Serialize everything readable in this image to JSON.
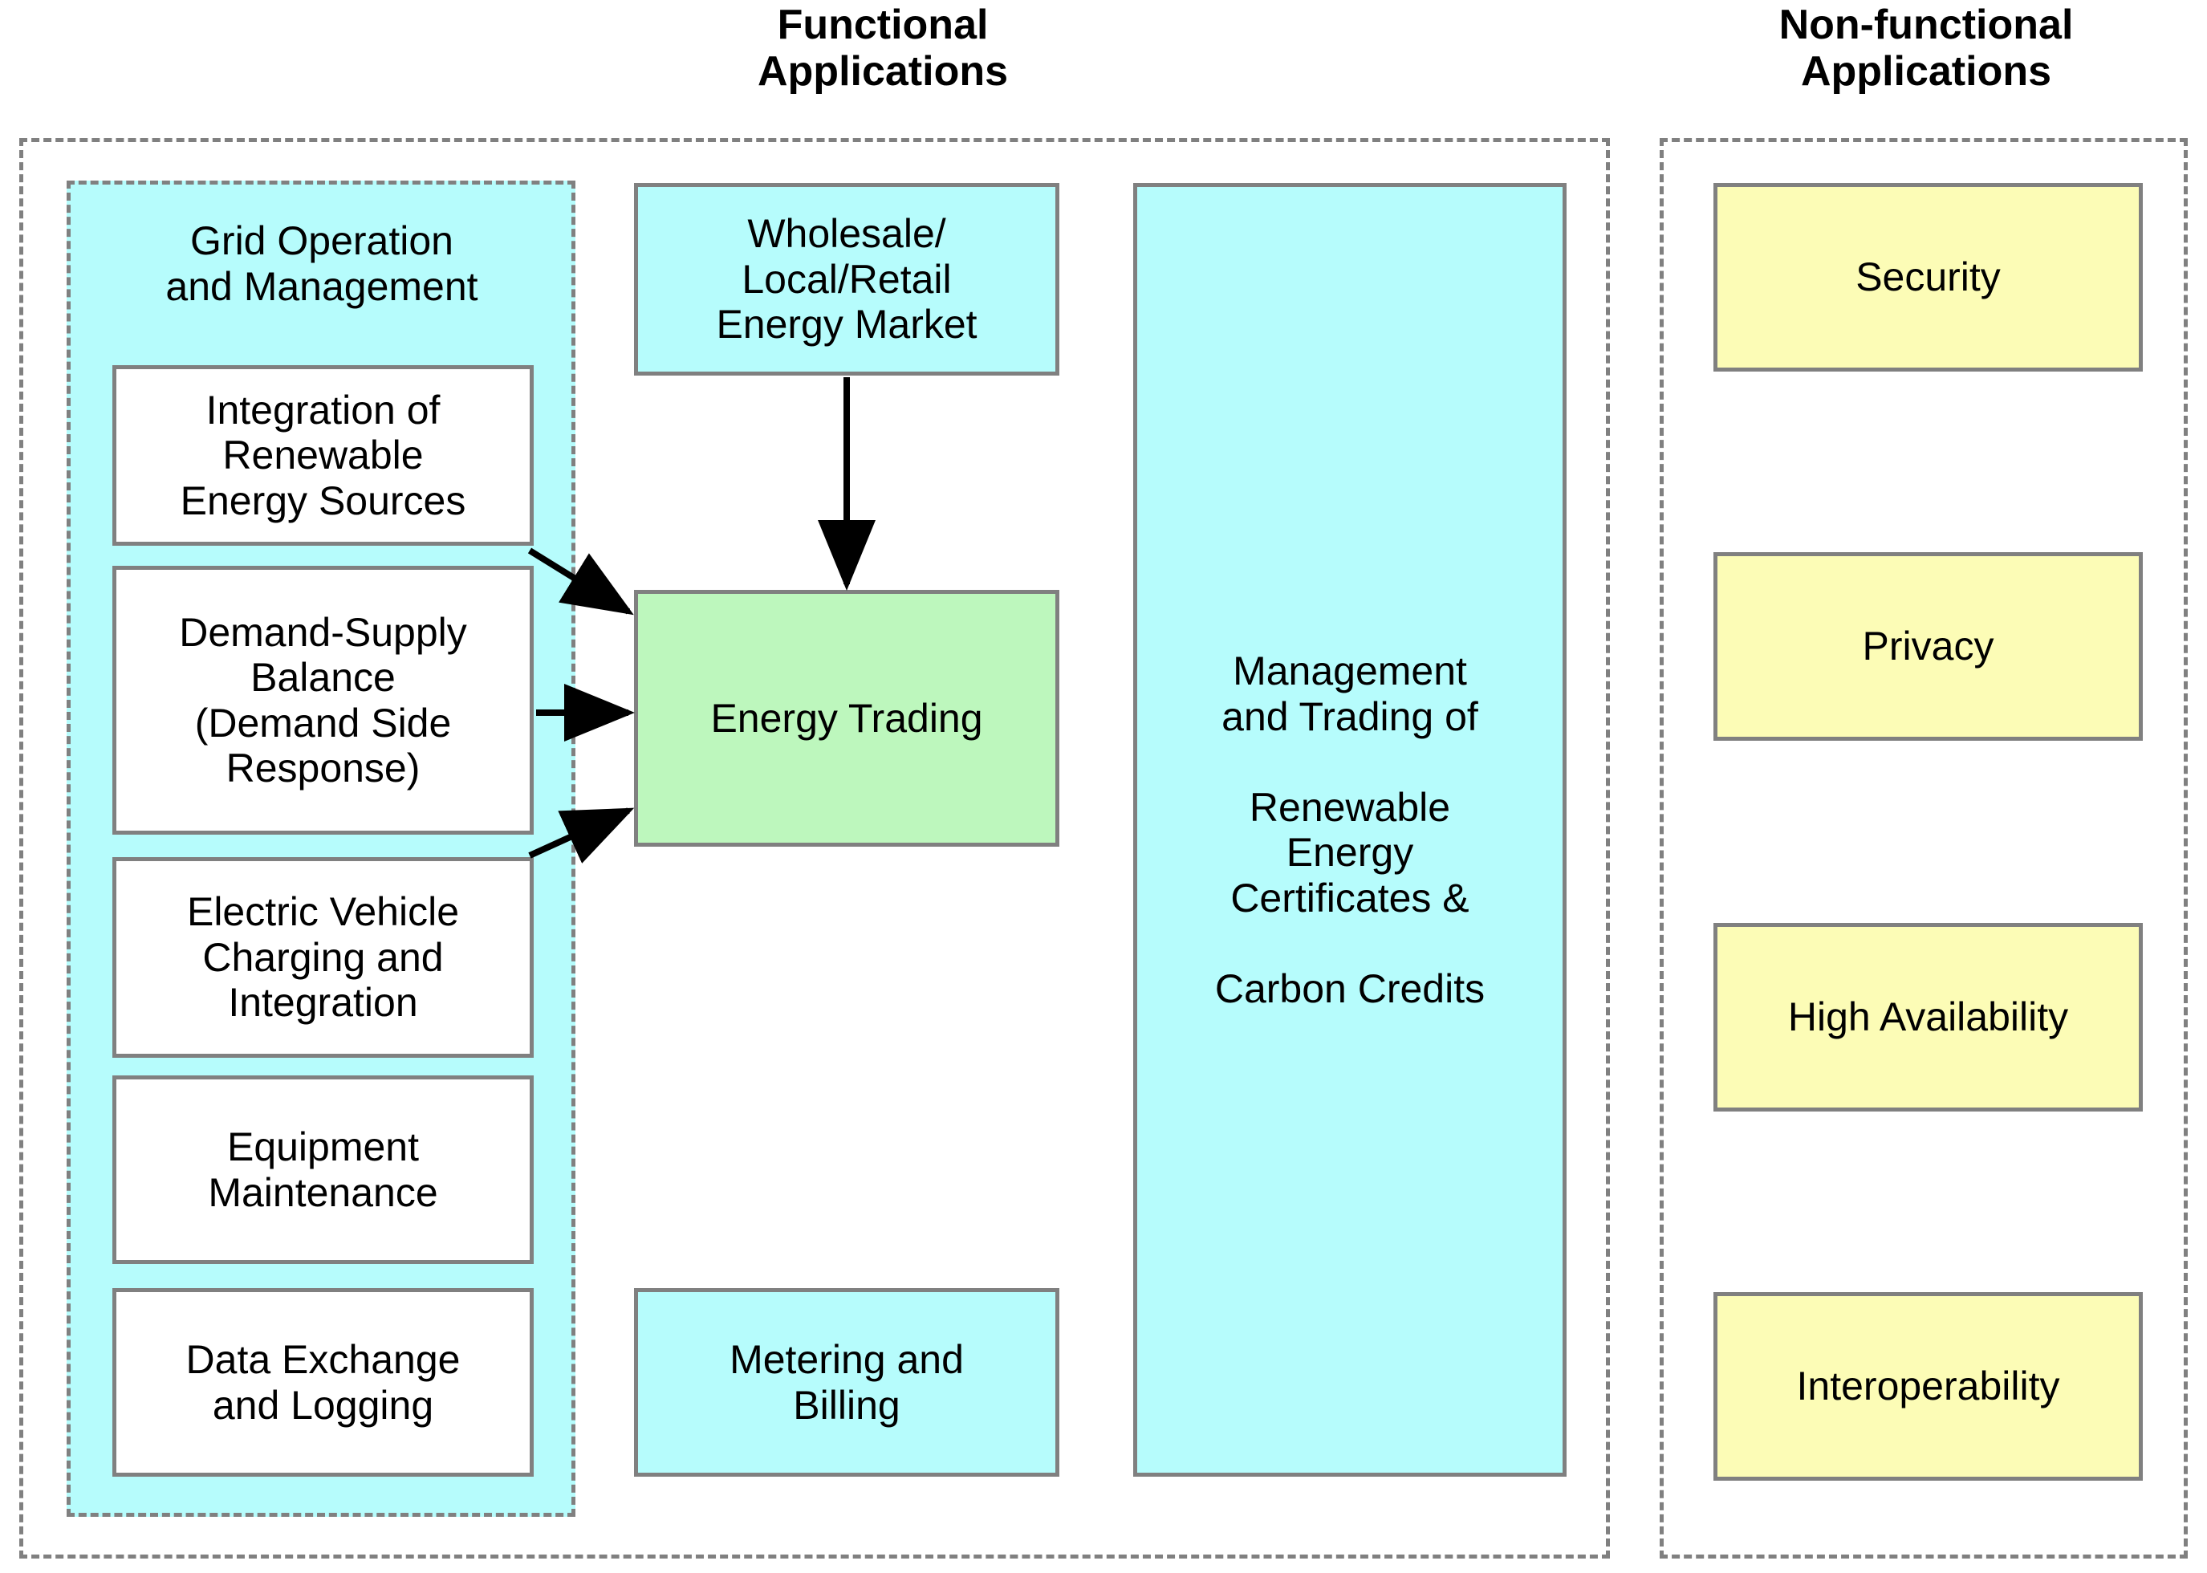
{
  "headings": {
    "functional": "Functional\nApplications",
    "nonfunctional": "Non-functional\nApplications"
  },
  "functional_applications": {
    "grid_operation_group": {
      "label": "Grid Operation\nand Management",
      "fill_color": "#b6fcfc",
      "items": [
        {
          "label": "Integration of\nRenewable\nEnergy Sources",
          "fill_color": "#ffffff"
        },
        {
          "label": "Demand-Supply\nBalance\n(Demand Side\nResponse)",
          "fill_color": "#ffffff"
        },
        {
          "label": "Electric Vehicle\nCharging and\nIntegration",
          "fill_color": "#ffffff"
        },
        {
          "label": "Equipment\nMaintenance",
          "fill_color": "#ffffff"
        },
        {
          "label": "Data Exchange\nand Logging",
          "fill_color": "#ffffff"
        }
      ]
    },
    "middle_column": [
      {
        "label": "Wholesale/\nLocal/Retail\nEnergy Market",
        "fill_color": "#b6fcfc"
      },
      {
        "label": "Energy Trading",
        "fill_color": "#bdf7bd"
      },
      {
        "label": "Metering and\nBilling",
        "fill_color": "#b6fcfc"
      }
    ],
    "right_column": [
      {
        "label": "Management\nand Trading of\n\nRenewable\nEnergy\nCertificates &\n\nCarbon Credits",
        "fill_color": "#b6fcfc"
      }
    ]
  },
  "nonfunctional_applications": {
    "items": [
      {
        "label": "Security",
        "fill_color": "#fcfcb6"
      },
      {
        "label": "Privacy",
        "fill_color": "#fcfcb6"
      },
      {
        "label": "High Availability",
        "fill_color": "#fcfcb6"
      },
      {
        "label": "Interoperability",
        "fill_color": "#fcfcb6"
      }
    ]
  },
  "connections": [
    {
      "from": "Integration of Renewable Energy Sources",
      "to": "Energy Trading"
    },
    {
      "from": "Demand-Supply Balance (Demand Side Response)",
      "to": "Energy Trading"
    },
    {
      "from": "Electric Vehicle Charging and Integration",
      "to": "Energy Trading"
    },
    {
      "from": "Wholesale/Local/Retail Energy Market",
      "to": "Energy Trading"
    }
  ],
  "style": {
    "border_color": "#808080",
    "dashed_border_color": "#808080",
    "arrow_color": "#000000",
    "background": "#ffffff"
  }
}
